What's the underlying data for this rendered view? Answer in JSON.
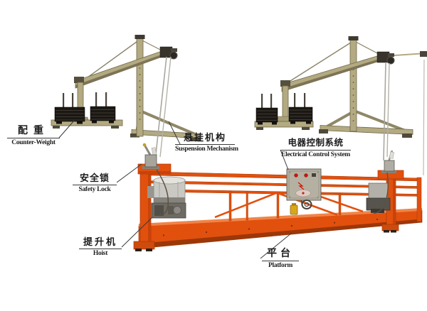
{
  "labels": {
    "counter_weight": {
      "zh": "配重",
      "en": "Counter-Weight"
    },
    "suspension_mechanism": {
      "zh": "悬挂机构",
      "en": "Suspension Mechanism"
    },
    "electrical_control_system": {
      "zh": "电器控制系统",
      "en": "Electrical Control System"
    },
    "safety_lock": {
      "zh": "安全锁",
      "en": "Safety Lock"
    },
    "hoist": {
      "zh": "提升机",
      "en": "Hoist"
    },
    "platform": {
      "zh": "平台",
      "en": "Platform"
    }
  },
  "colors": {
    "background": "#ffffff",
    "platform_orange": "#e2500e",
    "platform_shadow": "#9c3708",
    "structure_tan": "#b3aa82",
    "structure_edge": "#6e6749",
    "counterweight_black": "#1b1713",
    "rope_grey": "#a9a79d",
    "leader_line": "#3a3a3a",
    "control_box_grey": "#b5b1a2",
    "button_red": "#cc1408",
    "hoist_silver": "#c9c8c2"
  }
}
